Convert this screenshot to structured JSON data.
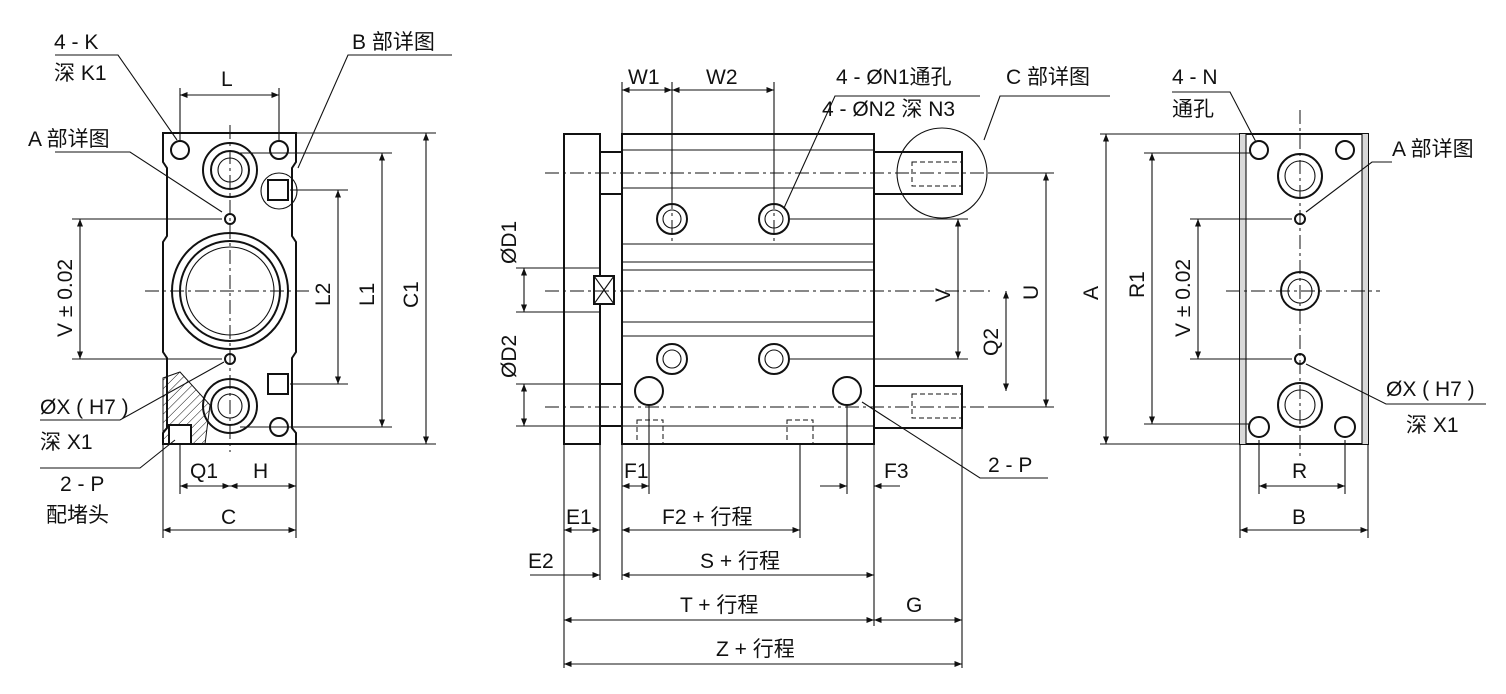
{
  "views": {
    "left": {
      "k_label": "4 - K",
      "k1_label": "深 K1",
      "b_detail": "B 部详图",
      "a_detail": "A 部详图",
      "l_dim": "L",
      "v_dim": "V ± 0.02",
      "l2_dim": "L2",
      "l1_dim": "L1",
      "c1_dim": "C1",
      "x_label": "ØX ( H7 )",
      "x1_label": "深 X1",
      "p_label": "2 - P",
      "plug_label": "配堵头",
      "q1_dim": "Q1",
      "h_dim": "H",
      "c_dim": "C"
    },
    "middle": {
      "w1_dim": "W1",
      "w2_dim": "W2",
      "n1_label": "4 - ØN1通孔",
      "n2_label": "4 - ØN2 深 N3",
      "c_detail": "C 部详图",
      "d1_dim": "ØD1",
      "d2_dim": "ØD2",
      "v_dim": "V",
      "u_dim": "U",
      "q2_dim": "Q2",
      "p_label": "2 - P",
      "f1_dim": "F1",
      "f3_dim": "F3",
      "e1_dim": "E1",
      "f2_dim": "F2 + 行程",
      "e2_dim": "E2",
      "s_dim": "S + 行程",
      "t_dim": "T + 行程",
      "g_dim": "G",
      "z_dim": "Z + 行程"
    },
    "right": {
      "n_label": "4 - N",
      "through_label": "通孔",
      "a_detail": "A 部详图",
      "a_dim": "A",
      "r1_dim": "R1",
      "v_dim": "V ± 0.02",
      "x_label": "ØX ( H7 )",
      "x1_label": "深 X1",
      "r_dim": "R",
      "b_dim": "B"
    }
  }
}
